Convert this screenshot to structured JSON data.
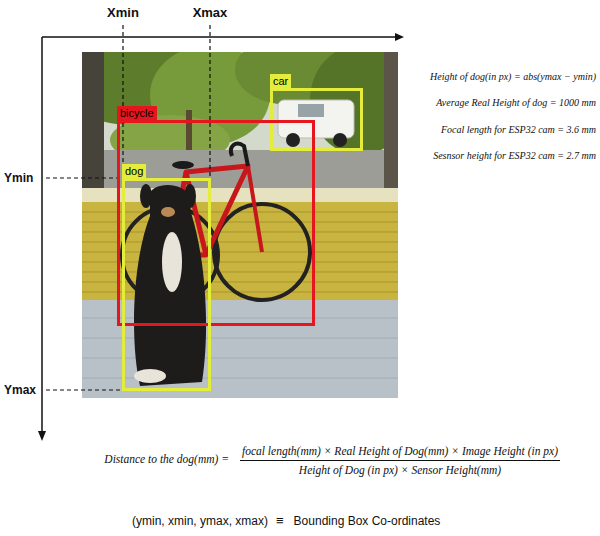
{
  "diagram": {
    "nodes": [
      {
        "text": [
          "car"
        ]
      },
      {
        "text": [
          "bicycle"
        ]
      },
      {
        "text": [
          "dog"
        ]
      }
    ],
    "labels": [
      "Xmin",
      "Xmax",
      "Ymin",
      "Ymax",
      "Height of dog(in px) = abs(ymax − ymin)",
      "Average Real Height of dog = 1000 mm",
      "Focal length for ESP32 cam = 3.6 mm",
      "Sesnsor height for ESP32 cam = 2.7 mm",
      "Distance to the dog(mm) =",
      "focal length(mm) × Real Height of Dog(mm) × Image Height (in px)",
      "Height of Dog (in px) × Sensor Height(mm)",
      "(ymin, xmin, ymax, xmax)",
      "≡",
      "Bounding Box Co-ordinates"
    ]
  }
}
